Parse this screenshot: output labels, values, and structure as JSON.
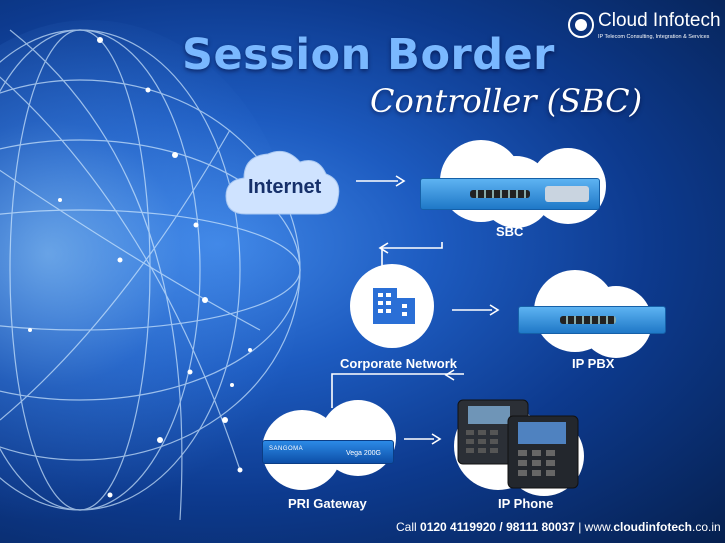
{
  "title": {
    "line1": "Session Border",
    "line2": "Controller (SBC)"
  },
  "logo": {
    "brand": "Cloud Infotech",
    "tagline": "IP Telecom Consulting, Integration & Services"
  },
  "nodes": {
    "internet": "Internet",
    "sbc": "SBC",
    "corporate": "Corporate Network",
    "ippbx": "IP PBX",
    "pri": "PRI Gateway",
    "ipphone": "IP Phone"
  },
  "device_text": {
    "vega_brand": "SANGOMA",
    "vega_model": "Vega 200G"
  },
  "footer": {
    "prefix": "Call ",
    "phones": "0120 4119920 / 98111 80037",
    "separator": " | ",
    "web_prefix": "www.",
    "web_bold": "cloudinfotech",
    "web_suffix": ".co.in"
  },
  "colors": {
    "background": "#0d3a8e",
    "title": "#7ab8ff",
    "device_blue": "#2f8fdc",
    "arrow": "#ffffff"
  },
  "icons": [
    "building-icon",
    "arrow-right-icon",
    "arrow-left-icon",
    "globe-lines"
  ]
}
